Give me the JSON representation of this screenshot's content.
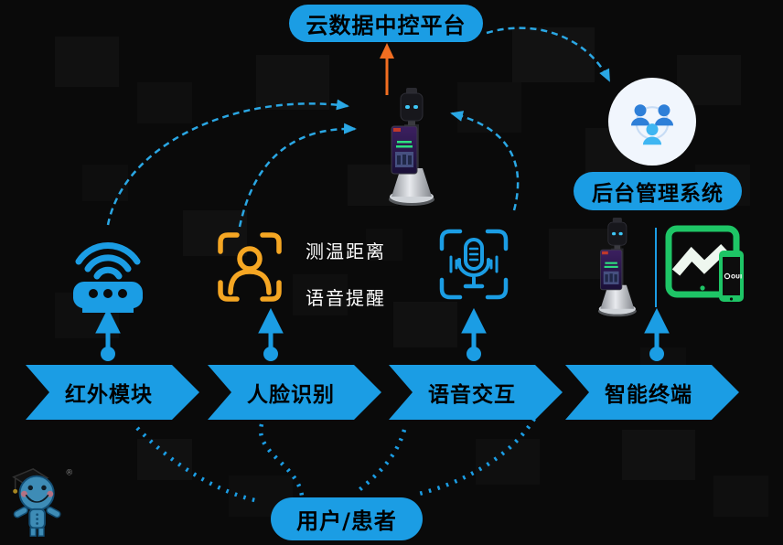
{
  "nodes": {
    "cloud_platform": "云数据中控平台",
    "admin_system": "后台管理系统",
    "user": "用户/患者"
  },
  "modules": [
    {
      "label": "红外模块",
      "icon": "wifi-router-icon"
    },
    {
      "label": "人脸识别",
      "icon": "face-scan-icon"
    },
    {
      "label": "语音交互",
      "icon": "microphone-icon"
    },
    {
      "label": "智能终端",
      "icon": "robot-and-tablet-icon"
    }
  ],
  "annotations": {
    "measure_distance": "测温距离",
    "voice_reminder": "语音提醒"
  },
  "branding": {
    "registered_mark": "®",
    "device_logo": "OUI"
  },
  "colors": {
    "primary_blue": "#1b9de4",
    "dashed_arrow_blue": "#2aa7e4",
    "accent_orange": "#f5a623",
    "arrow_orange": "#f26e21",
    "accent_green": "#1ec566",
    "background": "#0a0a0a"
  }
}
